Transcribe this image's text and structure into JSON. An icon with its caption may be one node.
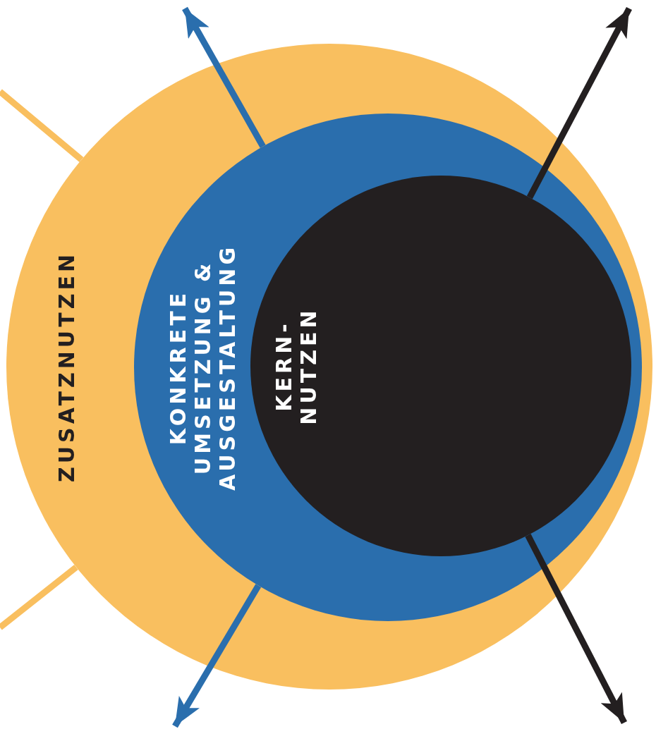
{
  "diagram": {
    "nodes": [
      {
        "text": [
          "ZUSATZNUTZEN"
        ]
      },
      {
        "text": [
          "KONKRETE UMSETZUNG & AUSGESTALTUNG"
        ],
        "in": 0
      },
      {
        "text": [
          "KERN- NUTZEN"
        ],
        "in": 1
      }
    ],
    "edges": [
      {
        "from": 0,
        "to": null,
        "arrow": "none",
        "color": "#f9bf5f"
      },
      {
        "from": 1,
        "to": null,
        "arrow": "to",
        "color": "#2a6ead"
      },
      {
        "from": 0,
        "to": null,
        "arrow": "none",
        "color": "#f9bf5f"
      },
      {
        "from": 1,
        "to": null,
        "arrow": "to",
        "color": "#2a6ead"
      },
      {
        "from": 2,
        "to": null,
        "arrow": "to",
        "color": "#231f20"
      },
      {
        "from": 2,
        "to": null,
        "arrow": "to",
        "color": "#231f20"
      }
    ]
  }
}
